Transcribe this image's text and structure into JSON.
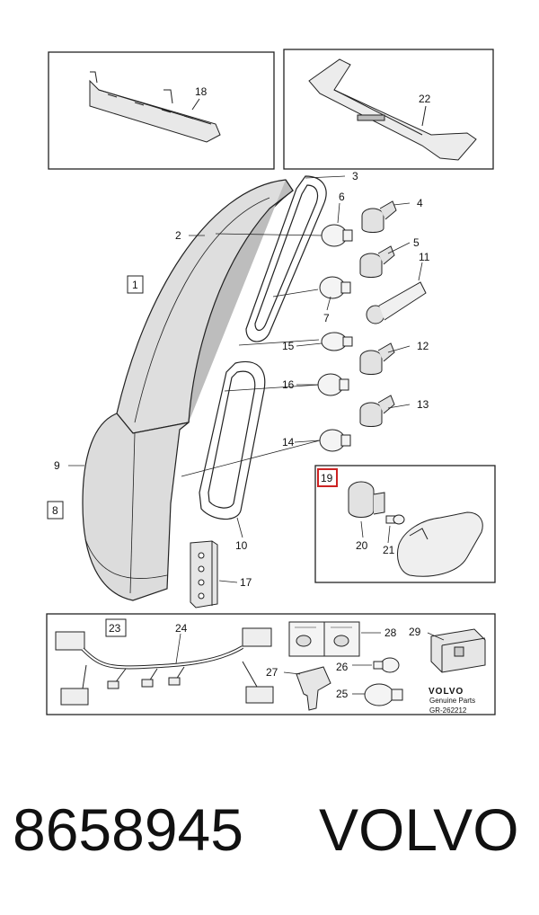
{
  "callouts": {
    "c1": "1",
    "c2": "2",
    "c3": "3",
    "c4": "4",
    "c5": "5",
    "c6": "6",
    "c7": "7",
    "c8": "8",
    "c9": "9",
    "c10": "10",
    "c11": "11",
    "c12": "12",
    "c13": "13",
    "c14": "14",
    "c15": "15",
    "c16": "16",
    "c17": "17",
    "c18": "18",
    "c19": "19",
    "c20": "20",
    "c21": "21",
    "c22": "22",
    "c23": "23",
    "c24": "24",
    "c25": "25",
    "c26": "26",
    "c27": "27",
    "c28": "28",
    "c29": "29"
  },
  "badge": {
    "brand": "VOLVO",
    "line1": "Genuine Parts",
    "line2": "GR-262212"
  },
  "footer": {
    "part_number": "8658945",
    "brand": "VOLVO"
  },
  "colors": {
    "highlight": "#cc2222",
    "line": "#222222"
  }
}
